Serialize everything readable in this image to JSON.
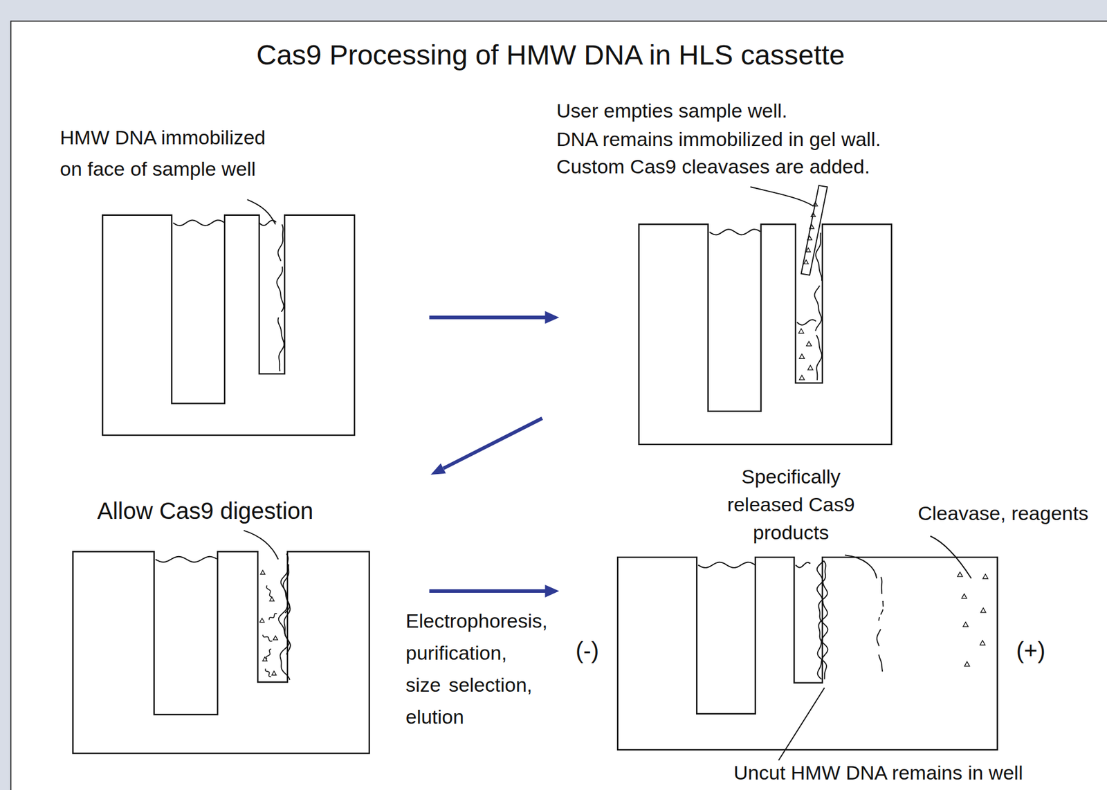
{
  "diagram": {
    "title": "Cas9 Processing of HMW DNA in HLS cassette",
    "labels": [
      "HMW DNA immobilized on face of sample well",
      "User empties sample well.",
      "DNA remains immobilized in gel wall.",
      "Custom Cas9 cleavases are added.",
      "Allow Cas9 digestion",
      "Specifically released Cas9 products",
      "Cleavase, reagents",
      "Electrophoresis, purification, size selection, elution",
      "(-)",
      "(+)",
      "Uncut HMW DNA remains in well"
    ]
  }
}
